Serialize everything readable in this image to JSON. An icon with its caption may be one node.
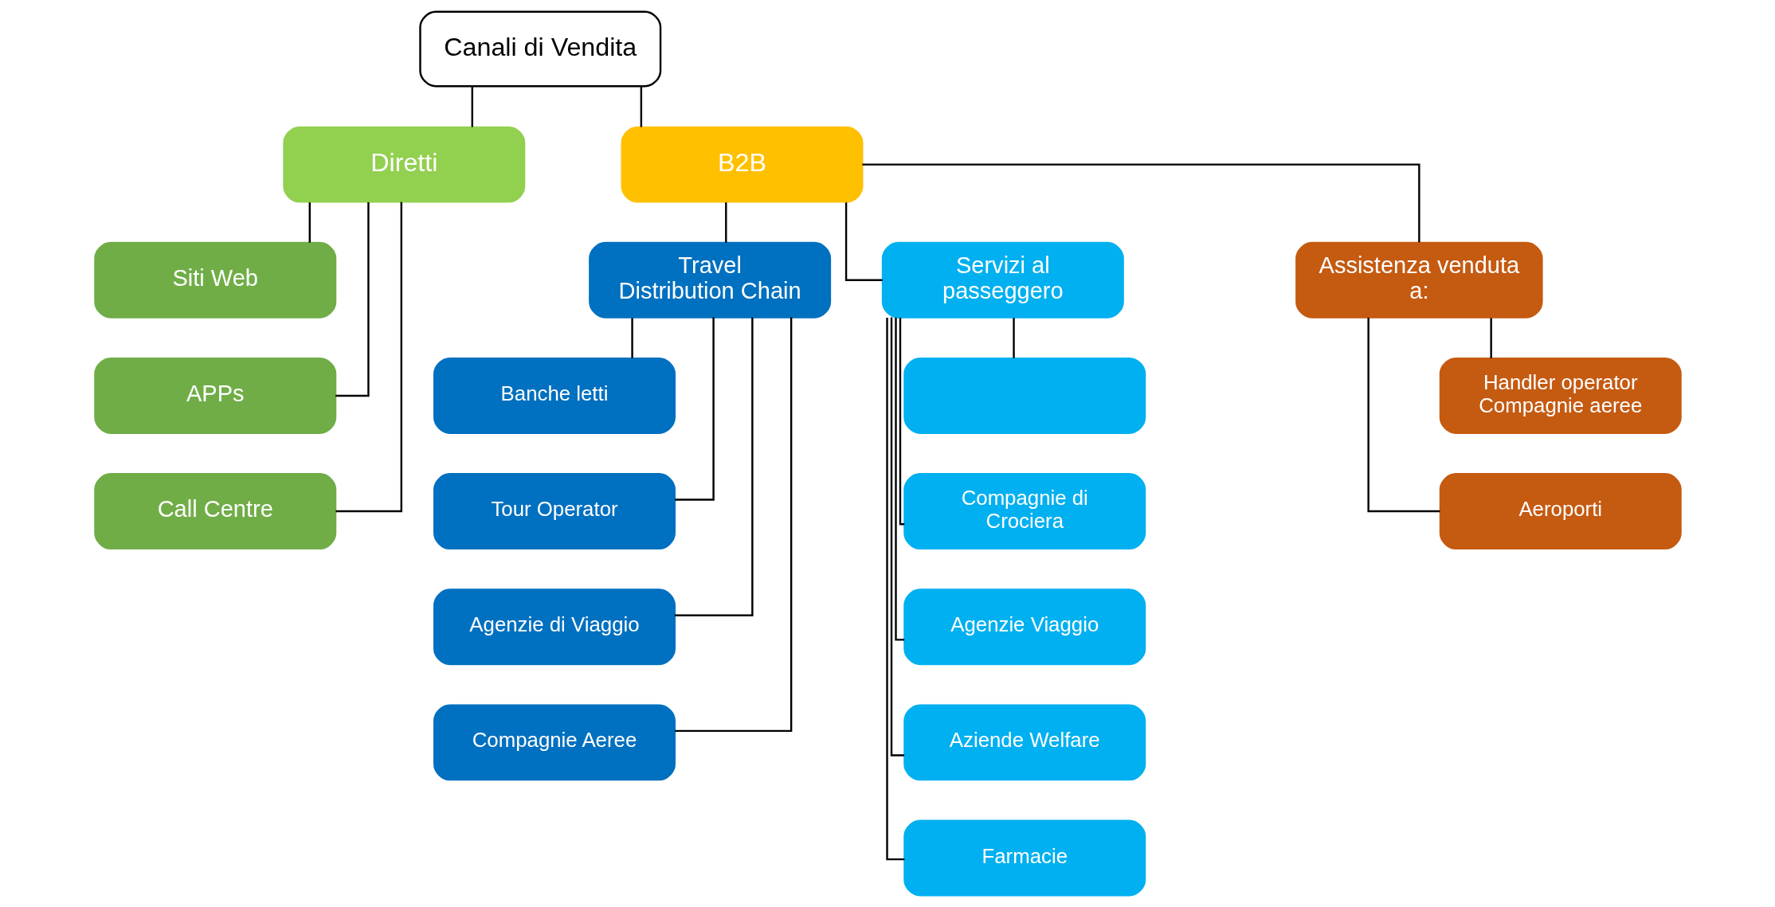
{
  "diagram": {
    "nodes": [
      {
        "text": [
          "Canali di Vendita"
        ]
      },
      {
        "text": [
          "Diretti"
        ]
      },
      {
        "text": [
          "B2B"
        ]
      },
      {
        "text": [
          "Siti Web"
        ]
      },
      {
        "text": [
          "APPs"
        ]
      },
      {
        "text": [
          "Call Centre"
        ]
      },
      {
        "text": [
          "Travel Distribution Chain"
        ]
      },
      {
        "text": [
          "Servizi al passeggero"
        ]
      },
      {
        "text": [
          "Assistenza venduta a:"
        ]
      },
      {
        "text": [
          "Banche letti"
        ]
      },
      {
        "text": [
          "Tour Operator"
        ]
      },
      {
        "text": [
          "Agenzie di Viaggio"
        ]
      },
      {
        "text": [
          "Compagnie Aeree"
        ]
      },
      {
        "text": [],
        "shape": "box"
      },
      {
        "text": [
          "Compagnie di Crociera"
        ]
      },
      {
        "text": [
          "Agenzie Viaggio"
        ]
      },
      {
        "text": [
          "Aziende Welfare"
        ]
      },
      {
        "text": [
          "Farmacie"
        ]
      },
      {
        "text": [
          "Handler operator Compagnie aeree"
        ]
      },
      {
        "text": [
          "Aeroporti"
        ]
      }
    ],
    "edges": [
      {
        "from": 0,
        "to": 1,
        "arrow": "none"
      },
      {
        "from": 0,
        "to": 2,
        "arrow": "none"
      },
      {
        "from": 1,
        "to": 3,
        "arrow": "none"
      },
      {
        "from": 1,
        "to": 4,
        "arrow": "none"
      },
      {
        "from": 1,
        "to": 5,
        "arrow": "none"
      },
      {
        "from": 2,
        "to": 6,
        "arrow": "none"
      },
      {
        "from": 2,
        "to": 7,
        "arrow": "none"
      },
      {
        "from": 2,
        "to": 8,
        "arrow": "none"
      },
      {
        "from": 6,
        "to": 9,
        "arrow": "none"
      },
      {
        "from": 6,
        "to": 10,
        "arrow": "none"
      },
      {
        "from": 6,
        "to": 11,
        "arrow": "none"
      },
      {
        "from": 6,
        "to": 12,
        "arrow": "none"
      },
      {
        "from": 7,
        "to": 13,
        "arrow": "none"
      },
      {
        "from": 7,
        "to": 14,
        "arrow": "none"
      },
      {
        "from": 7,
        "to": 15,
        "arrow": "none"
      },
      {
        "from": 7,
        "to": 16,
        "arrow": "none"
      },
      {
        "from": 7,
        "to": 17,
        "arrow": "none"
      },
      {
        "from": 8,
        "to": 18,
        "arrow": "none"
      },
      {
        "from": 8,
        "to": 19,
        "arrow": "none"
      }
    ]
  }
}
